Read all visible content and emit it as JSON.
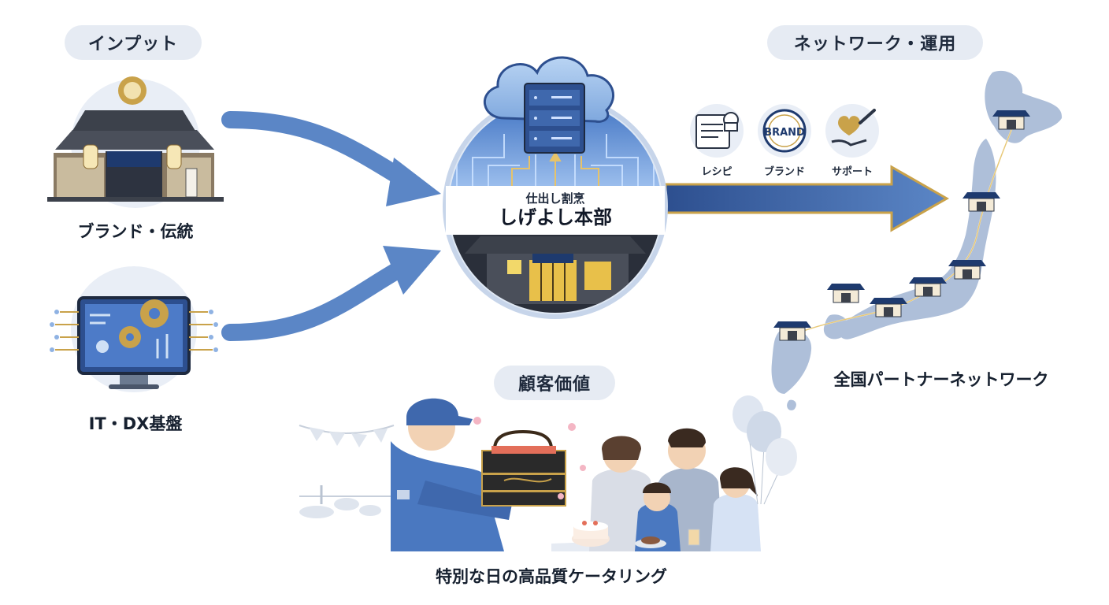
{
  "sections": {
    "input": "インプット",
    "network": "ネットワーク・運用",
    "value": "顧客価値"
  },
  "inputs": [
    {
      "label": "ブランド・伝統"
    },
    {
      "label": "IT・DX基盤"
    }
  ],
  "hq": {
    "subtitle": "仕出し割烹",
    "title": "しげよし本部"
  },
  "network_items": [
    {
      "label": "レシピ",
      "icon": "recipe-icon"
    },
    {
      "label": "ブランド",
      "icon": "brand-badge-icon",
      "badge_text": "BRAND"
    },
    {
      "label": "サポート",
      "icon": "support-hand-icon"
    }
  ],
  "network_caption": "全国パートナーネットワーク",
  "value_caption": "特別な日の高品質ケータリング",
  "colors": {
    "arrow_blue": "#5b86c6",
    "gold": "#c9a24a",
    "navy": "#1e3a6e",
    "pill_bg": "#e6ebf3"
  }
}
